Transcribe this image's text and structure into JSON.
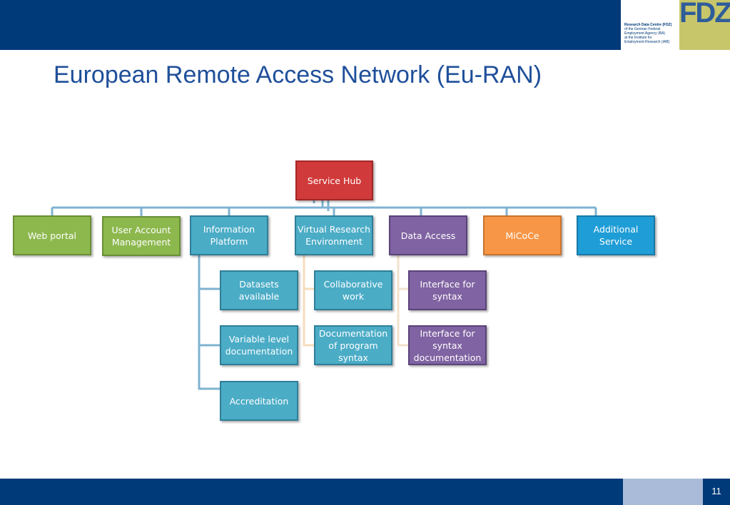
{
  "title": "European Remote Access Network (Eu-RAN)",
  "logo": {
    "letters": "FDZ",
    "lines": [
      "Research Data Centre (FDZ)",
      "of the German Federal",
      "Employment Agency (BA)",
      "at the Institute for",
      "Employment Research (IAB)"
    ]
  },
  "page_number": "11",
  "diagram": {
    "hub": "Service Hub",
    "level1": [
      "Web portal",
      "User Account Management",
      "Information Platform",
      "Virtual Research Environment",
      "Data Access",
      "MiCoCe",
      "Additional Service"
    ],
    "information_platform_children": [
      "Datasets available",
      "Variable level documentation",
      "Accreditation"
    ],
    "virtual_research_children": [
      "Collaborative work",
      "Documentation of program syntax"
    ],
    "data_access_children": [
      "Interface for syntax",
      "Interface for syntax documentation"
    ]
  },
  "colors": {
    "header": "#003a78",
    "title": "#1f4f9a",
    "hub": "#d13a3a",
    "green": "#8db84e",
    "teal": "#4bacc6",
    "purple": "#8063a2",
    "orange": "#f79646",
    "cyan": "#1f9dd6"
  }
}
